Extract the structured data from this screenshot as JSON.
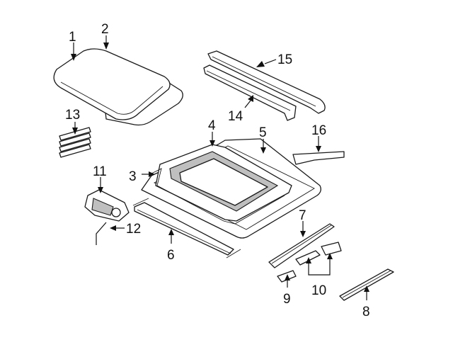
{
  "callouts": [
    {
      "id": "1",
      "label": "1"
    },
    {
      "id": "2",
      "label": "2"
    },
    {
      "id": "3",
      "label": "3"
    },
    {
      "id": "4",
      "label": "4"
    },
    {
      "id": "5",
      "label": "5"
    },
    {
      "id": "6",
      "label": "6"
    },
    {
      "id": "7",
      "label": "7"
    },
    {
      "id": "8",
      "label": "8"
    },
    {
      "id": "9",
      "label": "9"
    },
    {
      "id": "10",
      "label": "10"
    },
    {
      "id": "11",
      "label": "11"
    },
    {
      "id": "12",
      "label": "12"
    },
    {
      "id": "13",
      "label": "13"
    },
    {
      "id": "14",
      "label": "14"
    },
    {
      "id": "15",
      "label": "15"
    },
    {
      "id": "16",
      "label": "16"
    }
  ],
  "colors": {
    "line": "#1a1a1a",
    "shade": "#bfbfbf",
    "background": "#ffffff"
  }
}
